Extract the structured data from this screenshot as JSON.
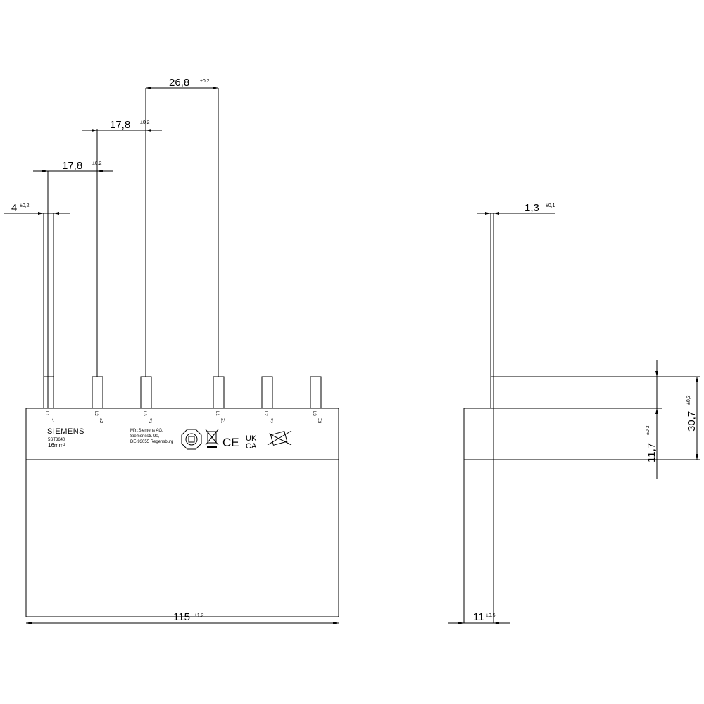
{
  "front_view": {
    "dimensions": {
      "pin_width": {
        "value": "4",
        "tol": "±0,2"
      },
      "pitch_1": {
        "value": "17,8",
        "tol": "±0,2"
      },
      "pitch_2": {
        "value": "17,8",
        "tol": "±0,2"
      },
      "pitch_3": {
        "value": "26,8",
        "tol": "±0,2"
      },
      "total_width": {
        "value": "115",
        "tol": "±1,2"
      }
    },
    "pins": [
      {
        "phase": "L1",
        "code": "Ξ1"
      },
      {
        "phase": "L2",
        "code": "Ξ2"
      },
      {
        "phase": "L3",
        "code": "Ξ3"
      },
      {
        "phase": "L1",
        "code": "Ξ1"
      },
      {
        "phase": "L2",
        "code": "Ξ2"
      },
      {
        "phase": "L3",
        "code": "Ξ3"
      }
    ],
    "label": {
      "brand": "SIEMENS",
      "article": "5ST3640",
      "cross_section": "16mm²",
      "mfr_line1": "Mfr.:Siemens AG,",
      "mfr_line2": "Siemensstr. 90,",
      "mfr_line3": "DE-93055 Regensburg",
      "ce": "CE",
      "ukca_top": "UK",
      "ukca_bottom": "CA"
    }
  },
  "side_view": {
    "dimensions": {
      "pin_thickness": {
        "value": "1,3",
        "tol": "±0,1"
      },
      "total_height": {
        "value": "30,7",
        "tol": "±0,3"
      },
      "body_height": {
        "value": "11,7",
        "tol": "±0,3"
      },
      "body_depth": {
        "value": "11",
        "tol": "±0,5"
      }
    }
  }
}
